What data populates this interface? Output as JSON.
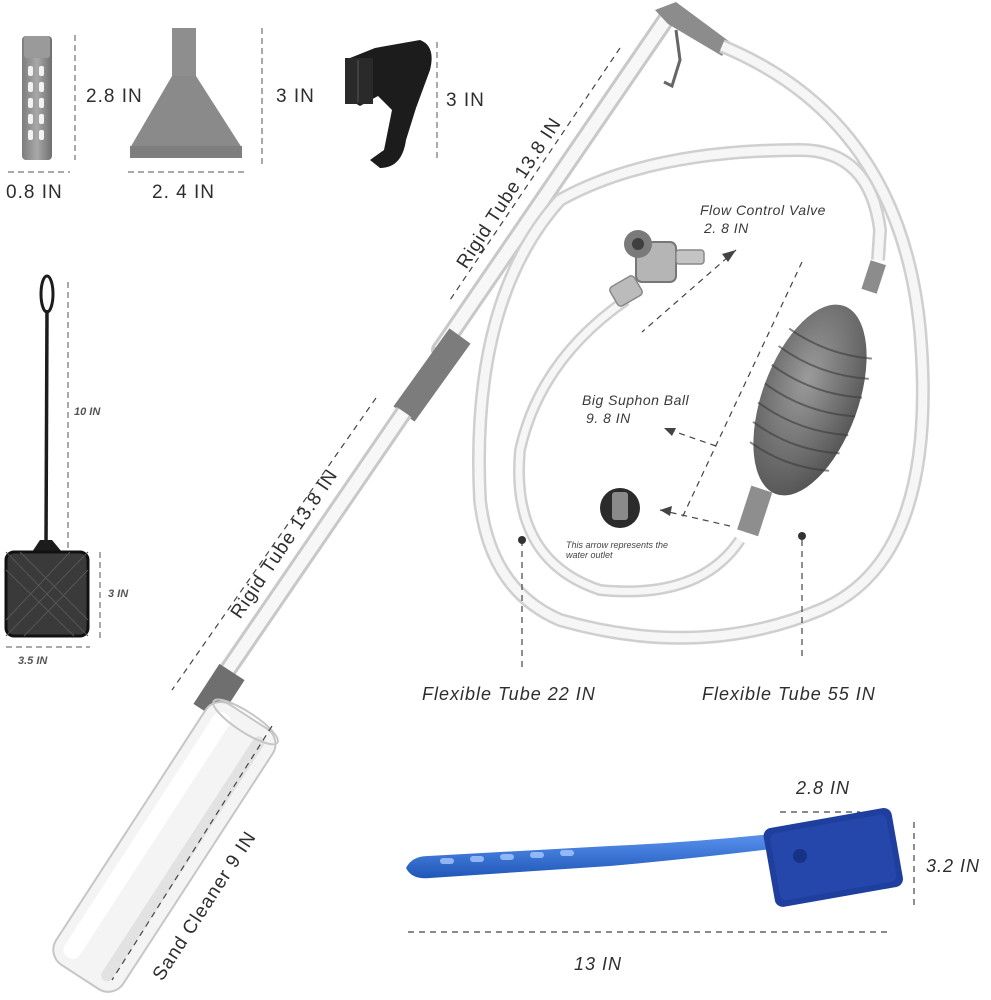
{
  "accessories": {
    "strainer": {
      "height": "2.8 IN",
      "width": "0.8 IN"
    },
    "funnel_nozzle": {
      "height": "3 IN",
      "width": "2. 4 IN"
    },
    "clip": {
      "height": "3 IN"
    }
  },
  "net": {
    "handle_length": "10 IN",
    "net_height": "3 IN",
    "net_width": "3.5 IN"
  },
  "rigid_tube_upper": "Rigid Tube  13.8 IN",
  "rigid_tube_lower": "Rigid Tube  13.8 IN",
  "flow_control_valve": {
    "name": "Flow Control Valve",
    "size": "2. 8 IN"
  },
  "siphon_ball": {
    "name": "Big Suphon Ball",
    "size": "9. 8 IN"
  },
  "water_outlet_note": "This arrow represents the water outlet",
  "flexible_tube_short": "Flexible Tube  22 IN",
  "flexible_tube_long": "Flexible Tube  55 IN",
  "sand_cleaner": "Sand Cleaner  9 IN",
  "scrubber": {
    "pad_width": "2.8 IN",
    "pad_height": "3.2 IN",
    "total_length": "13 IN"
  },
  "colors": {
    "gray_part": "#8c8c8c",
    "dark_gray": "#6e6e6e",
    "tube_edge": "#b5b5b5",
    "black_part": "#1c1c1c",
    "blue_handle": "#2f6fd6",
    "blue_pad": "#1e3f9e"
  }
}
